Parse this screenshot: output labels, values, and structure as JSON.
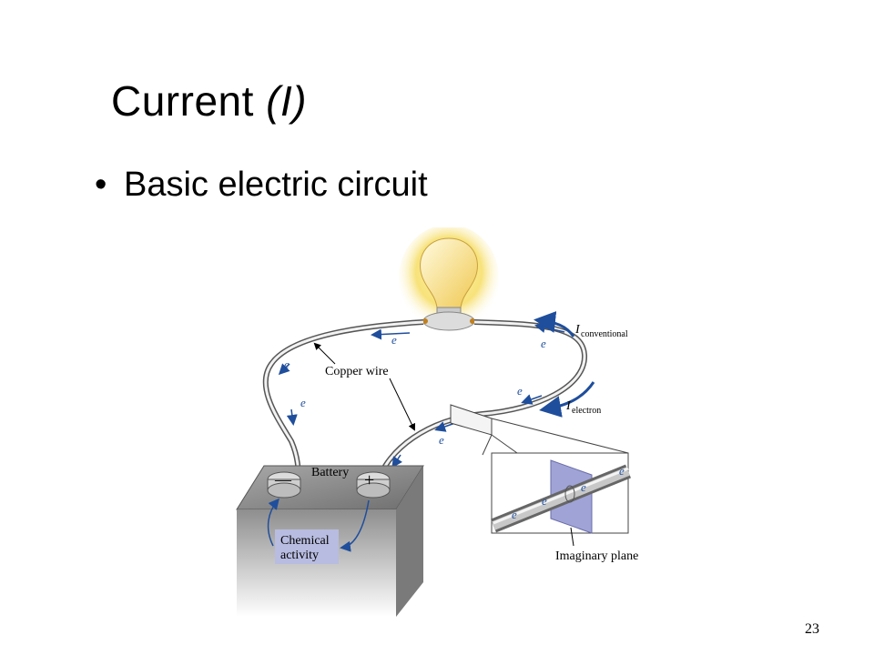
{
  "slide": {
    "title_main": "Current",
    "title_symbol": "(I)",
    "bullet": "Basic electric circuit",
    "page_number": "23"
  },
  "figure": {
    "battery_label": "Battery",
    "copper_wire_label": "Copper wire",
    "chemical_activity_line1": "Chemical",
    "chemical_activity_line2": "activity",
    "imaginary_plane_label": "Imaginary plane",
    "current_symbol": "I",
    "conventional_subscript": "conventional",
    "electron_subscript": "electron",
    "electron_symbol": "e",
    "colors": {
      "wire_blue": "#1f4e9c",
      "bulb_glow": "#f6e27a",
      "plane_fill": "#9fa3d6",
      "chemical_box": "#b8bce0",
      "battery_top": "#9a9a9a"
    }
  }
}
